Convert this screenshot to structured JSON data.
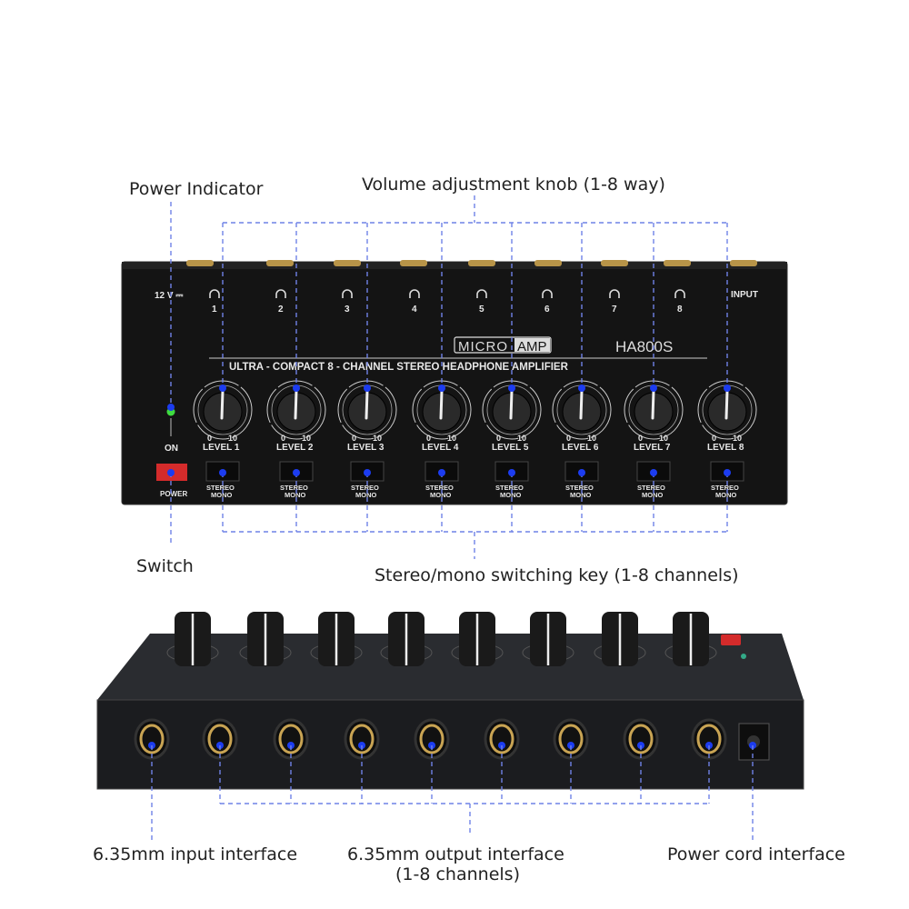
{
  "annotations": {
    "power_indicator": "Power Indicator",
    "volume_knob": "Volume adjustment knob (1-8 way)",
    "switch": "Switch",
    "stereo_mono_key": "Stereo/mono switching key (1-8 channels)",
    "input_interface": "6.35mm input interface",
    "output_interface_line1": "6.35mm output interface",
    "output_interface_line2": "(1-8 channels)",
    "power_cord_interface": "Power cord interface"
  },
  "device": {
    "voltage": "12 V ⎓",
    "input_label": "INPUT",
    "brand_left": "MICRO",
    "brand_right": "AMP",
    "model": "HA800S",
    "subtitle": "ULTRA - COMPACT 8 - CHANNEL STEREO HEADPHONE AMPLIFIER",
    "on_label": "ON",
    "power_label": "POWER",
    "scale_min": "0",
    "scale_max": "10",
    "stereo_label": "STEREO",
    "mono_label": "MONO",
    "channels": [
      {
        "num": "1",
        "level": "LEVEL 1"
      },
      {
        "num": "2",
        "level": "LEVEL 2"
      },
      {
        "num": "3",
        "level": "LEVEL 3"
      },
      {
        "num": "4",
        "level": "LEVEL 4"
      },
      {
        "num": "5",
        "level": "LEVEL 5"
      },
      {
        "num": "6",
        "level": "LEVEL 6"
      },
      {
        "num": "7",
        "level": "LEVEL 7"
      },
      {
        "num": "8",
        "level": "LEVEL 8"
      }
    ]
  },
  "colors": {
    "accent_line": "#6f82e6",
    "power_button": "#d42b2b",
    "led": "#3fdc3f",
    "gold": "#c9a453"
  }
}
